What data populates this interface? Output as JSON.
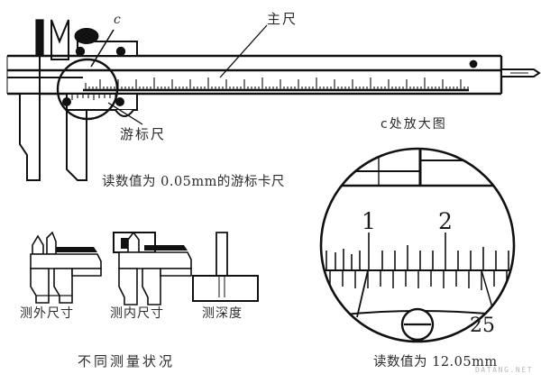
{
  "figure": {
    "title_main_scale": "主尺",
    "title_vernier_scale": "游标尺",
    "callout_c": "c",
    "magnified_caption": "c处放大图",
    "caption_caliper": "读数值为 0.05mm的游标卡尺",
    "caption_reading": "读数值为 12.05mm",
    "caption_modes": "不同测量状况",
    "watermark": "DATANG.NET"
  },
  "measurement_modes": [
    {
      "id": "external",
      "label": "测外尺寸"
    },
    {
      "id": "internal",
      "label": "测内尺寸"
    },
    {
      "id": "depth",
      "label": "测深度"
    }
  ],
  "magnifier": {
    "main_scale_labels": [
      "1",
      "2"
    ],
    "vernier_label": "25",
    "reading_value": "12.05mm",
    "precision": "0.05mm"
  },
  "colors": {
    "ink": "#1a1a1a",
    "paper": "#ffffff",
    "text": "#2b2b2b",
    "watermark": "#b9b9b9"
  }
}
